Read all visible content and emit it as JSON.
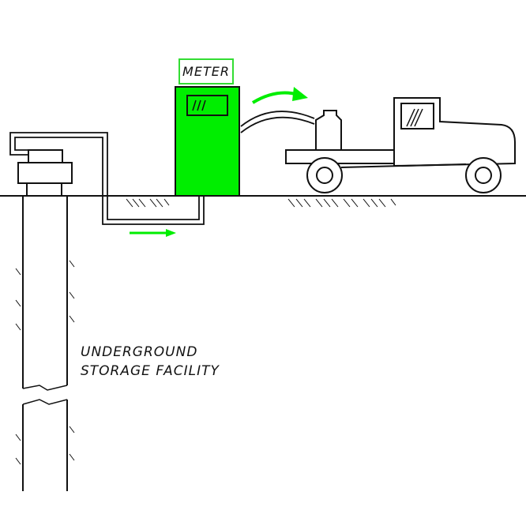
{
  "labels": {
    "meter": "METER",
    "storage_line1": "UNDERGROUND",
    "storage_line2": "STORAGE FACILITY"
  },
  "colors": {
    "highlight": "#00ee00",
    "ink": "#111111"
  }
}
